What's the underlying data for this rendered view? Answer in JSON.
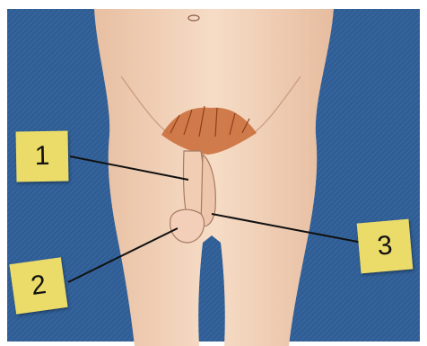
{
  "callouts": [
    {
      "label": "1"
    },
    {
      "label": "2"
    },
    {
      "label": "3"
    }
  ],
  "colors": {
    "background": "#2f5d94",
    "skin": "#f3d4bb",
    "callout_fill": "#ebdc6a",
    "leader_line": "#111111"
  }
}
